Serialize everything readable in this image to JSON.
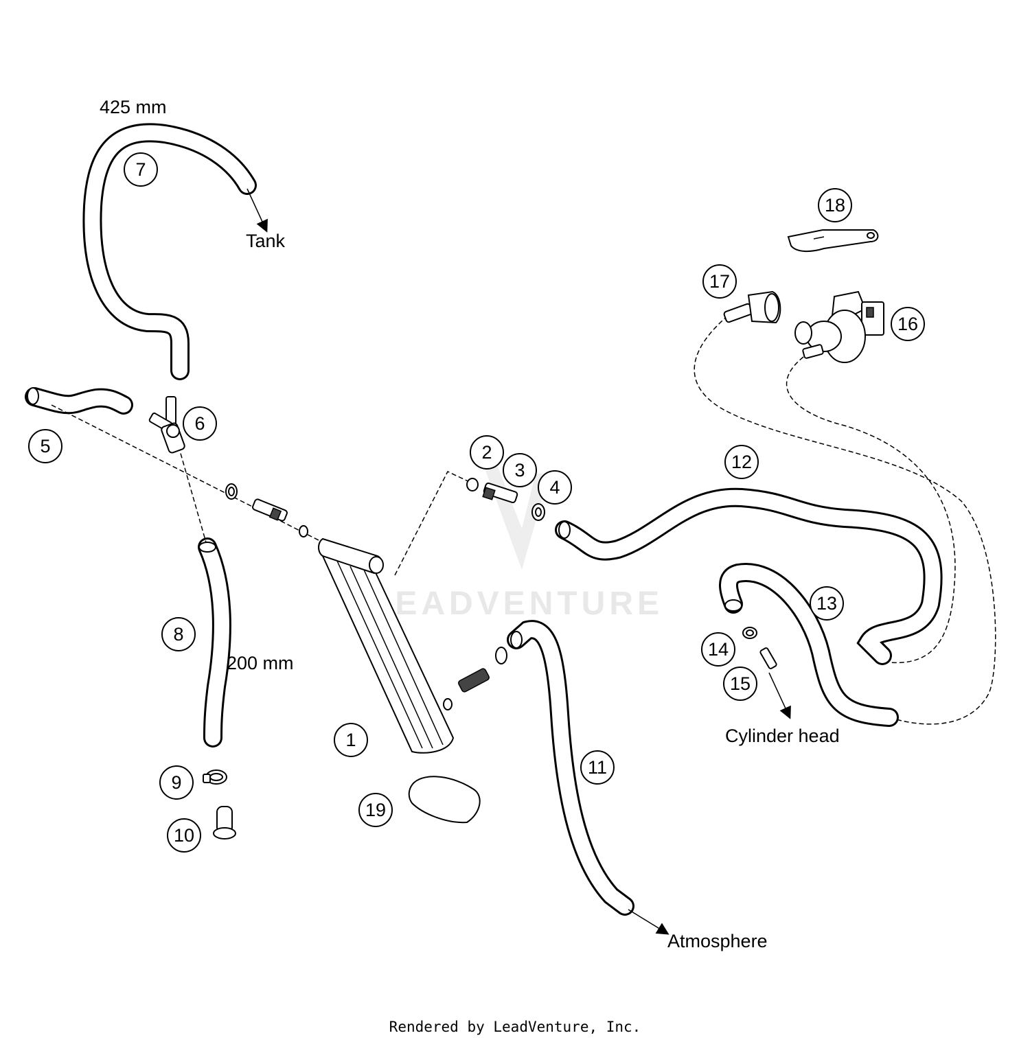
{
  "callouts": [
    {
      "id": "1",
      "label": "1"
    },
    {
      "id": "2",
      "label": "2"
    },
    {
      "id": "3",
      "label": "3"
    },
    {
      "id": "4",
      "label": "4"
    },
    {
      "id": "5",
      "label": "5"
    },
    {
      "id": "6",
      "label": "6"
    },
    {
      "id": "7",
      "label": "7"
    },
    {
      "id": "8",
      "label": "8"
    },
    {
      "id": "9",
      "label": "9"
    },
    {
      "id": "10",
      "label": "10"
    },
    {
      "id": "11",
      "label": "11"
    },
    {
      "id": "12",
      "label": "12"
    },
    {
      "id": "13",
      "label": "13"
    },
    {
      "id": "14",
      "label": "14"
    },
    {
      "id": "15",
      "label": "15"
    },
    {
      "id": "16",
      "label": "16"
    },
    {
      "id": "17",
      "label": "17"
    },
    {
      "id": "18",
      "label": "18"
    },
    {
      "id": "19",
      "label": "19"
    }
  ],
  "labels": {
    "length_hose_7": "425 mm",
    "length_hose_8": "200 mm",
    "tank": "Tank",
    "cylinder_head": "Cylinder head",
    "atmosphere": "Atmosphere"
  },
  "watermark": "LEADVENTURE",
  "footer": "Rendered by LeadVenture, Inc."
}
